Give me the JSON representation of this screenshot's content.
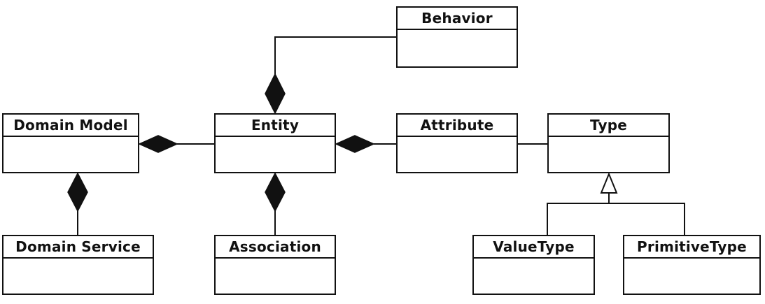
{
  "diagram": {
    "type": "uml-class-diagram",
    "classes": {
      "behavior": {
        "label": "Behavior"
      },
      "domain_model": {
        "label": "Domain Model"
      },
      "entity": {
        "label": "Entity"
      },
      "attribute": {
        "label": "Attribute"
      },
      "type": {
        "label": "Type"
      },
      "domain_service": {
        "label": "Domain Service"
      },
      "association": {
        "label": "Association"
      },
      "value_type": {
        "label": "ValueType"
      },
      "primitive_type": {
        "label": "PrimitiveType"
      }
    },
    "relationships": [
      {
        "kind": "composition",
        "whole": "Entity",
        "part": "Behavior"
      },
      {
        "kind": "composition",
        "whole": "Domain Model",
        "part": "Entity"
      },
      {
        "kind": "composition",
        "whole": "Entity",
        "part": "Attribute"
      },
      {
        "kind": "association",
        "from": "Attribute",
        "to": "Type"
      },
      {
        "kind": "composition",
        "whole": "Domain Model",
        "part": "Domain Service"
      },
      {
        "kind": "composition",
        "whole": "Entity",
        "part": "Association"
      },
      {
        "kind": "generalization",
        "parent": "Type",
        "child": "ValueType"
      },
      {
        "kind": "generalization",
        "parent": "Type",
        "child": "PrimitiveType"
      }
    ]
  }
}
